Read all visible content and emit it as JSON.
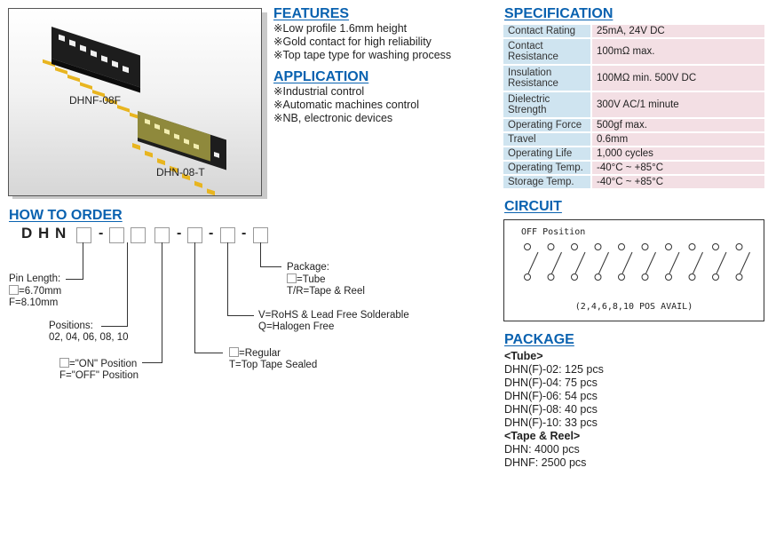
{
  "product_image": {
    "labels": [
      "DHNF-08F",
      "DHN-08-T"
    ]
  },
  "features": {
    "title": "FEATURES",
    "bullet": "※",
    "items": [
      "Low profile 1.6mm height",
      "Gold contact for high reliability",
      "Top tape type for washing process"
    ]
  },
  "application": {
    "title": "APPLICATION",
    "items": [
      "Industrial control",
      "Automatic machines control",
      "NB, electronic devices"
    ]
  },
  "specification": {
    "title": "SPECIFICATION",
    "rows": [
      {
        "key": "Contact Rating",
        "value": "25mA, 24V DC"
      },
      {
        "key": "Contact Resistance",
        "value": "100mΩ max."
      },
      {
        "key": "Insulation Resistance",
        "value": "100MΩ min. 500V DC"
      },
      {
        "key": "Dielectric Strength",
        "value": "300V AC/1 minute"
      },
      {
        "key": "Operating Force",
        "value": "500gf max."
      },
      {
        "key": "Travel",
        "value": "0.6mm"
      },
      {
        "key": "Operating Life",
        "value": "1,000 cycles"
      },
      {
        "key": "Operating Temp.",
        "value": "-40°C ~ +85°C"
      },
      {
        "key": "Storage Temp.",
        "value": "-40°C ~ +85°C"
      }
    ]
  },
  "circuit": {
    "title": "CIRCUIT",
    "label": "OFF Position",
    "switch_count": 10,
    "note": "(2,4,6,8,10 POS AVAIL)"
  },
  "package": {
    "title": "PACKAGE",
    "tube_header": "<Tube>",
    "tube": [
      "DHN(F)-02: 125 pcs",
      "DHN(F)-04: 75 pcs",
      "DHN(F)-06: 54 pcs",
      "DHN(F)-08: 40 pcs",
      "DHN(F)-10: 33 pcs"
    ],
    "reel_header": "<Tape & Reel>",
    "reel": [
      "DHN: 4000 pcs",
      "DHNF: 2500 pcs"
    ]
  },
  "how_to_order": {
    "title": "HOW TO ORDER",
    "prefix": "D H N",
    "dash": "-",
    "pin_length": [
      "Pin Length:",
      "=6.70mm",
      "F=8.10mm"
    ],
    "positions": [
      "Positions:",
      "02, 04, 06, 08, 10"
    ],
    "on_off": [
      "=\"ON\" Position",
      "F=\"OFF\" Position"
    ],
    "tape": [
      "=Regular",
      "T=Top Tape Sealed"
    ],
    "rohs": [
      "V=RoHS & Lead Free Solderable",
      "Q=Halogen Free"
    ],
    "pkg": [
      "Package:",
      "=Tube",
      "T/R=Tape & Reel"
    ]
  },
  "colors": {
    "heading": "#0a62b0",
    "spec_key_bg": "#cfe4f0",
    "spec_value_bg": "#f3dfe4"
  }
}
